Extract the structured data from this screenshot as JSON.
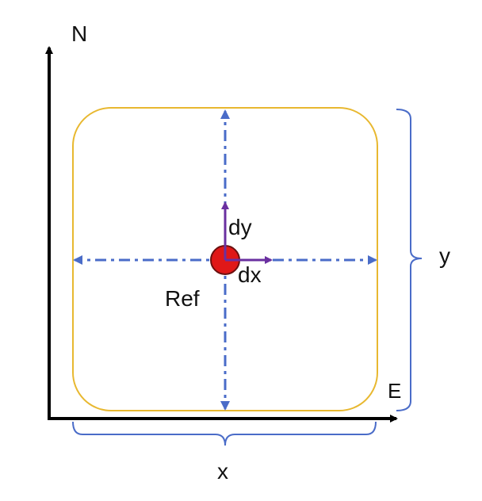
{
  "labels": {
    "north": "N",
    "east": "E",
    "x": "x",
    "y": "y",
    "dx": "dx",
    "dy": "dy",
    "ref": "Ref"
  },
  "colors": {
    "axis": "#000000",
    "area_outline": "#E8B830",
    "centerline": "#4A6CC8",
    "offset_vector": "#6A30A0",
    "reference_point": "#E01818",
    "reference_point_outline": "#6A1010",
    "brace": "#4A6CC8"
  }
}
